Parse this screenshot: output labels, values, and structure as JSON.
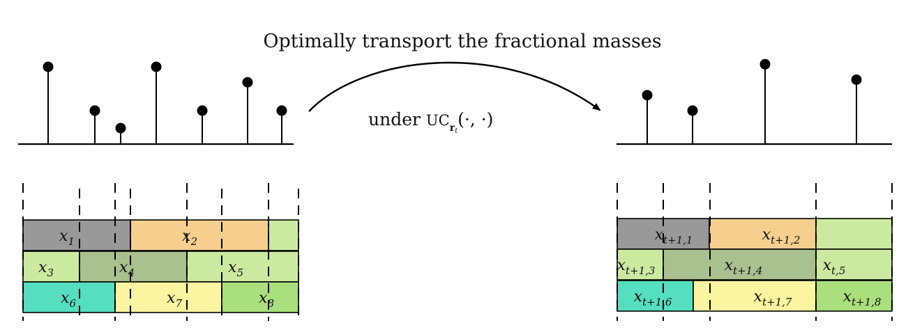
{
  "title": "Optimally transport the fractional masses",
  "subtitle": {
    "prefix": "under ",
    "func": "UC",
    "sub_r": "r",
    "sub_t": "t",
    "args": "(·,  ·)"
  },
  "colors": {
    "gray": "#999999",
    "orange": "#f6cf8e",
    "light_green": "#cbeaa0",
    "olive": "#a9c08f",
    "teal": "#55dfc0",
    "yellow": "#fbf4a0",
    "green": "#a9df7c"
  },
  "source": {
    "stems": [
      {
        "mass": 3
      },
      {
        "mass": 1.3
      },
      {
        "mass": 0.62
      },
      {
        "mass": 3
      },
      {
        "mass": 1.3
      },
      {
        "mass": 2.4
      },
      {
        "mass": 1.3
      }
    ],
    "rows": [
      [
        {
          "base": "x",
          "sub": "1",
          "color": "gray"
        },
        {
          "base": "x",
          "sub": "2",
          "color": "orange"
        },
        {
          "base": "",
          "sub": "",
          "color": "light_green"
        }
      ],
      [
        {
          "base": "x",
          "sub": "3",
          "color": "light_green"
        },
        {
          "base": "x",
          "sub": "4",
          "color": "olive"
        },
        {
          "base": "x",
          "sub": "5",
          "color": "light_green"
        }
      ],
      [
        {
          "base": "x",
          "sub": "6",
          "color": "teal"
        },
        {
          "base": "x",
          "sub": "7",
          "color": "yellow"
        },
        {
          "base": "x",
          "sub": "8",
          "color": "green"
        }
      ]
    ]
  },
  "target": {
    "stems": [
      {
        "mass": 1.9
      },
      {
        "mass": 1.3
      },
      {
        "mass": 3.1
      },
      {
        "mass": 2.5
      }
    ],
    "rows": [
      [
        {
          "base": "x",
          "sub": "t+1,1",
          "color": "gray"
        },
        {
          "base": "x",
          "sub": "t+1,2",
          "color": "orange"
        },
        {
          "base": "",
          "sub": "",
          "color": "light_green"
        }
      ],
      [
        {
          "base": "x",
          "sub": "t+1,3",
          "color": "light_green"
        },
        {
          "base": "x",
          "sub": "t+1,4",
          "color": "olive"
        },
        {
          "base": "x",
          "sub": "t,5",
          "color": "light_green"
        }
      ],
      [
        {
          "base": "x",
          "sub": "t+1,6",
          "color": "teal"
        },
        {
          "base": "x",
          "sub": "t+1,7",
          "color": "yellow"
        },
        {
          "base": "x",
          "sub": "t+1,8",
          "color": "green"
        }
      ]
    ]
  }
}
